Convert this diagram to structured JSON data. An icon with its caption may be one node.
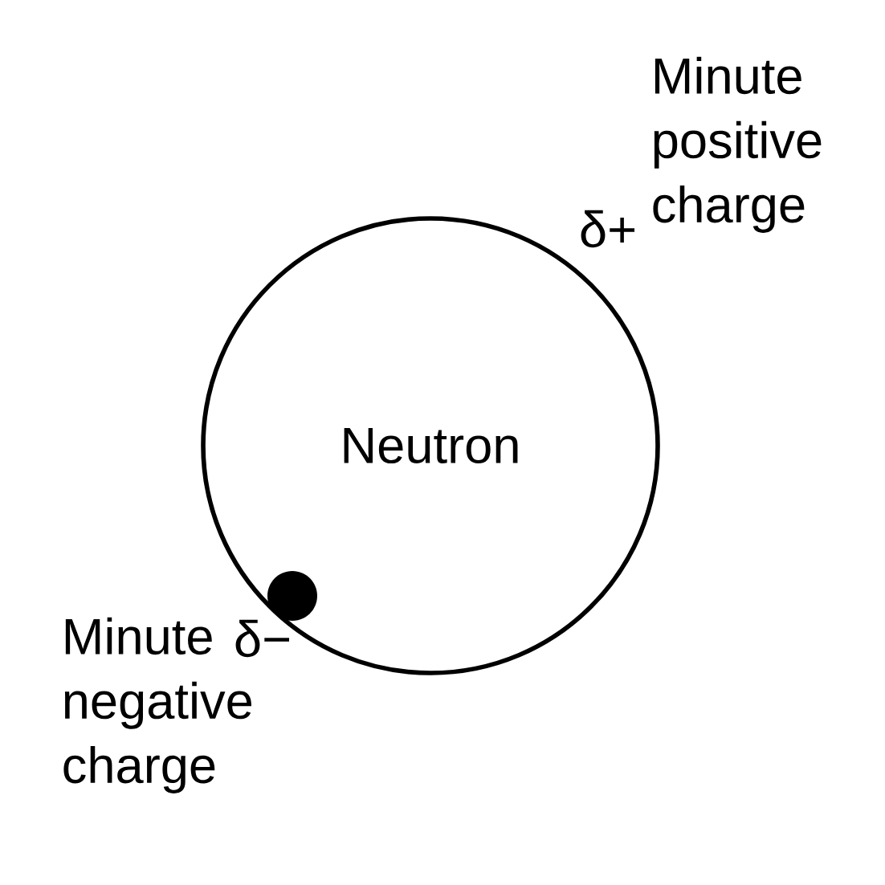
{
  "diagram": {
    "nodes": [
      {
        "text": [
          "Neutron"
        ]
      }
    ],
    "labels": [
      "Minute positive charge",
      "δ+",
      "Minute negative charge",
      "δ−"
    ]
  }
}
